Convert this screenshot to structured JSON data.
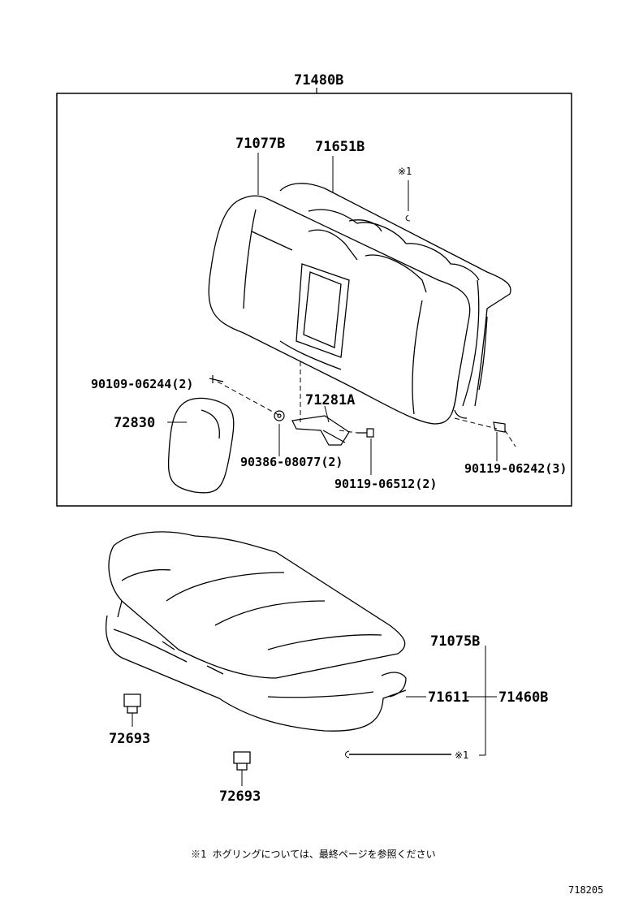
{
  "assembly_top": "71480B",
  "parts": {
    "p71077B": "71077B",
    "p71651B": "71651B",
    "mark1_top": "※1",
    "p90109": "90109-06244(2)",
    "p71281A": "71281A",
    "p72830": "72830",
    "p90386": "90386-08077(2)",
    "p90119a": "90119-06512(2)",
    "p90119b": "90119-06242(3)",
    "p71075B": "71075B",
    "p71611": "71611",
    "p71460B": "71460B",
    "mark1_bottom": "※1",
    "p72693a": "72693",
    "p72693b": "72693"
  },
  "footnote": "※1 ホグリングについては、最終ページを参照ください",
  "diagram_id": "718205"
}
